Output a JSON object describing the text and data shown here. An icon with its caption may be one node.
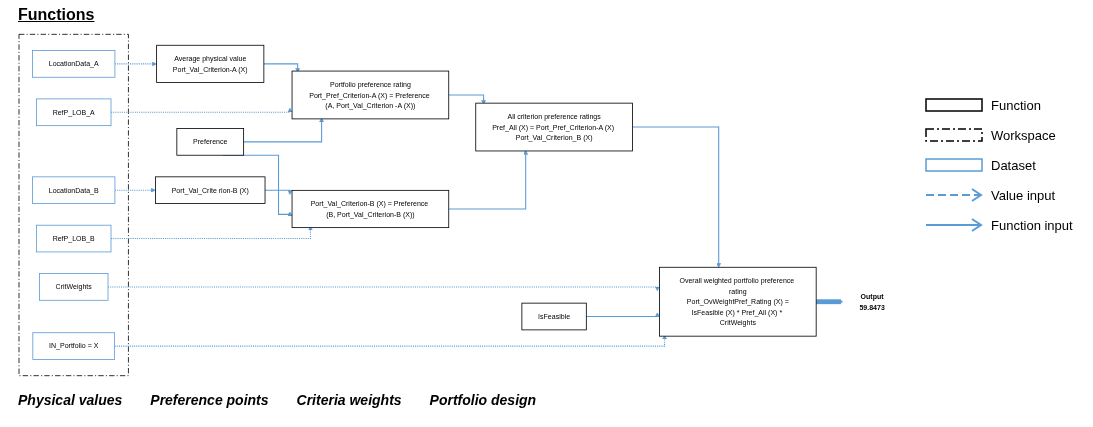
{
  "diagram": {
    "title": "Functions",
    "nodes": [
      {
        "text": [
          "Average physical value",
          "Port_Val_Criterion-A (X)"
        ]
      },
      {
        "text": [
          "Portfolio preference rating",
          "Port_Pref_Criterion-A (X) = Preference (A, Port_Val_Criterion -A (X))"
        ]
      },
      {
        "text": [
          "Port_Val_Crite rion-B (X)"
        ]
      },
      {
        "text": [
          "Port_Val_Criterion-B (X) = Preference (B, Port_Val_Criterion-B (X))"
        ]
      },
      {
        "text": [
          "All criterion preference ratings",
          "Pref_All (X) = Port_Pref_Criterion-A (X) Port_Val_Criterion_B (X)"
        ]
      },
      {
        "text": [
          "Overall weighted portfolio preference rating",
          "Port_OvWeightPref_Rating (X) =",
          "IsFeasible (X) * Pref_All (X) * CritWeights"
        ]
      },
      {
        "text": [
          "Output",
          "59.8473"
        ]
      },
      {
        "text": [
          "Preference"
        ]
      },
      {
        "text": [
          "IsFeasible"
        ]
      },
      {
        "text": [],
        "shape": "box"
      },
      {
        "text": [
          "LocationData_B"
        ],
        "in": 9
      },
      {
        "text": [
          "LocationData_A"
        ],
        "in": 9
      },
      {
        "text": [
          "RefP_LOB_B"
        ],
        "in": 9
      },
      {
        "text": [
          "RefP_LOB_A"
        ],
        "in": 9
      },
      {
        "text": [
          "CritWeights"
        ],
        "in": 9
      },
      {
        "text": [
          "IN_Portfolio = X"
        ],
        "in": 9
      }
    ],
    "edges": [
      {
        "from": 0,
        "to": 1,
        "arrow": "to"
      },
      {
        "from": 2,
        "to": 3,
        "arrow": "to"
      },
      {
        "from": 1,
        "to": 4,
        "arrow": "to"
      },
      {
        "from": 3,
        "to": 4,
        "arrow": "to"
      },
      {
        "from": 4,
        "to": 5,
        "arrow": "to"
      },
      {
        "from": 5,
        "to": 6,
        "arrow": "to",
        "style": "thick"
      },
      {
        "from": 11,
        "to": 0,
        "arrow": "to",
        "style": "dashed"
      },
      {
        "from": 10,
        "to": 2,
        "arrow": "to",
        "style": "dashed"
      },
      {
        "from": 13,
        "to": 1,
        "arrow": "to",
        "style": "dashed"
      },
      {
        "from": 7,
        "to": 1,
        "arrow": "to"
      },
      {
        "from": 7,
        "to": 3,
        "arrow": "to"
      },
      {
        "from": 12,
        "to": 3,
        "arrow": "to",
        "style": "dashed"
      },
      {
        "from": 14,
        "to": 5,
        "arrow": "to",
        "style": "dashed"
      },
      {
        "from": 8,
        "to": 5,
        "arrow": "to"
      },
      {
        "from": 15,
        "to": 5,
        "arrow": "to",
        "style": "dashed"
      }
    ],
    "labels": [
      "Physical values",
      "Preference points",
      "Criteria weights",
      "Portfolio design"
    ],
    "legend": [
      {
        "text": "Function"
      },
      {
        "text": "Workspace"
      },
      {
        "text": "Dataset"
      },
      {
        "text": "Value input"
      },
      {
        "text": "Function input"
      }
    ]
  }
}
